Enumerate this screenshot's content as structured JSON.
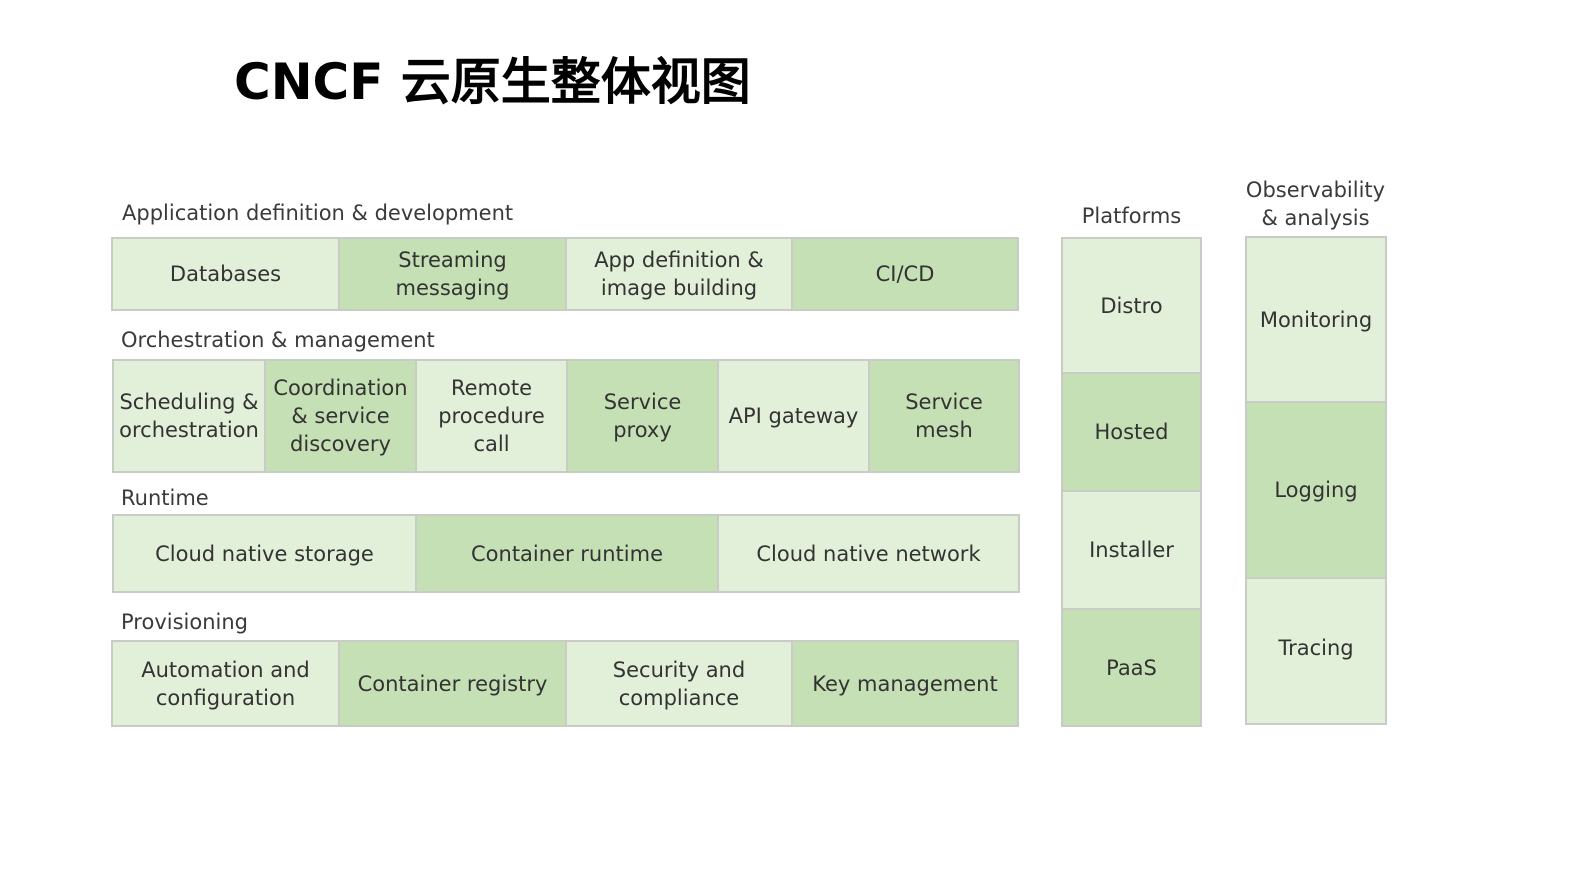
{
  "title": "CNCF 云原生整体视图",
  "colors": {
    "light_cell": "#e3f0d9",
    "dark_cell": "#c5e0b4",
    "border": "#c9ccc6"
  },
  "sections": [
    {
      "label": "Application definition & development",
      "cells": [
        "Databases",
        "Streaming\nmessaging",
        "App definition &\nimage building",
        "CI/CD"
      ]
    },
    {
      "label": "Orchestration & management",
      "cells": [
        "Scheduling &\norchestration",
        "Coordination\n& service\ndiscovery",
        "Remote\nprocedure\ncall",
        "Service proxy",
        "API gateway",
        "Service mesh"
      ]
    },
    {
      "label": "Runtime",
      "cells": [
        "Cloud native storage",
        "Container runtime",
        "Cloud native network"
      ]
    },
    {
      "label": "Provisioning",
      "cells": [
        "Automation and\nconfiguration",
        "Container registry",
        "Security and\ncompliance",
        "Key management"
      ]
    }
  ],
  "platforms": {
    "label": "Platforms",
    "cells": [
      "Distro",
      "Hosted",
      "Installer",
      "PaaS"
    ]
  },
  "observability": {
    "label": "Observability\n& analysis",
    "cells": [
      "Monitoring",
      "Logging",
      "Tracing"
    ]
  }
}
